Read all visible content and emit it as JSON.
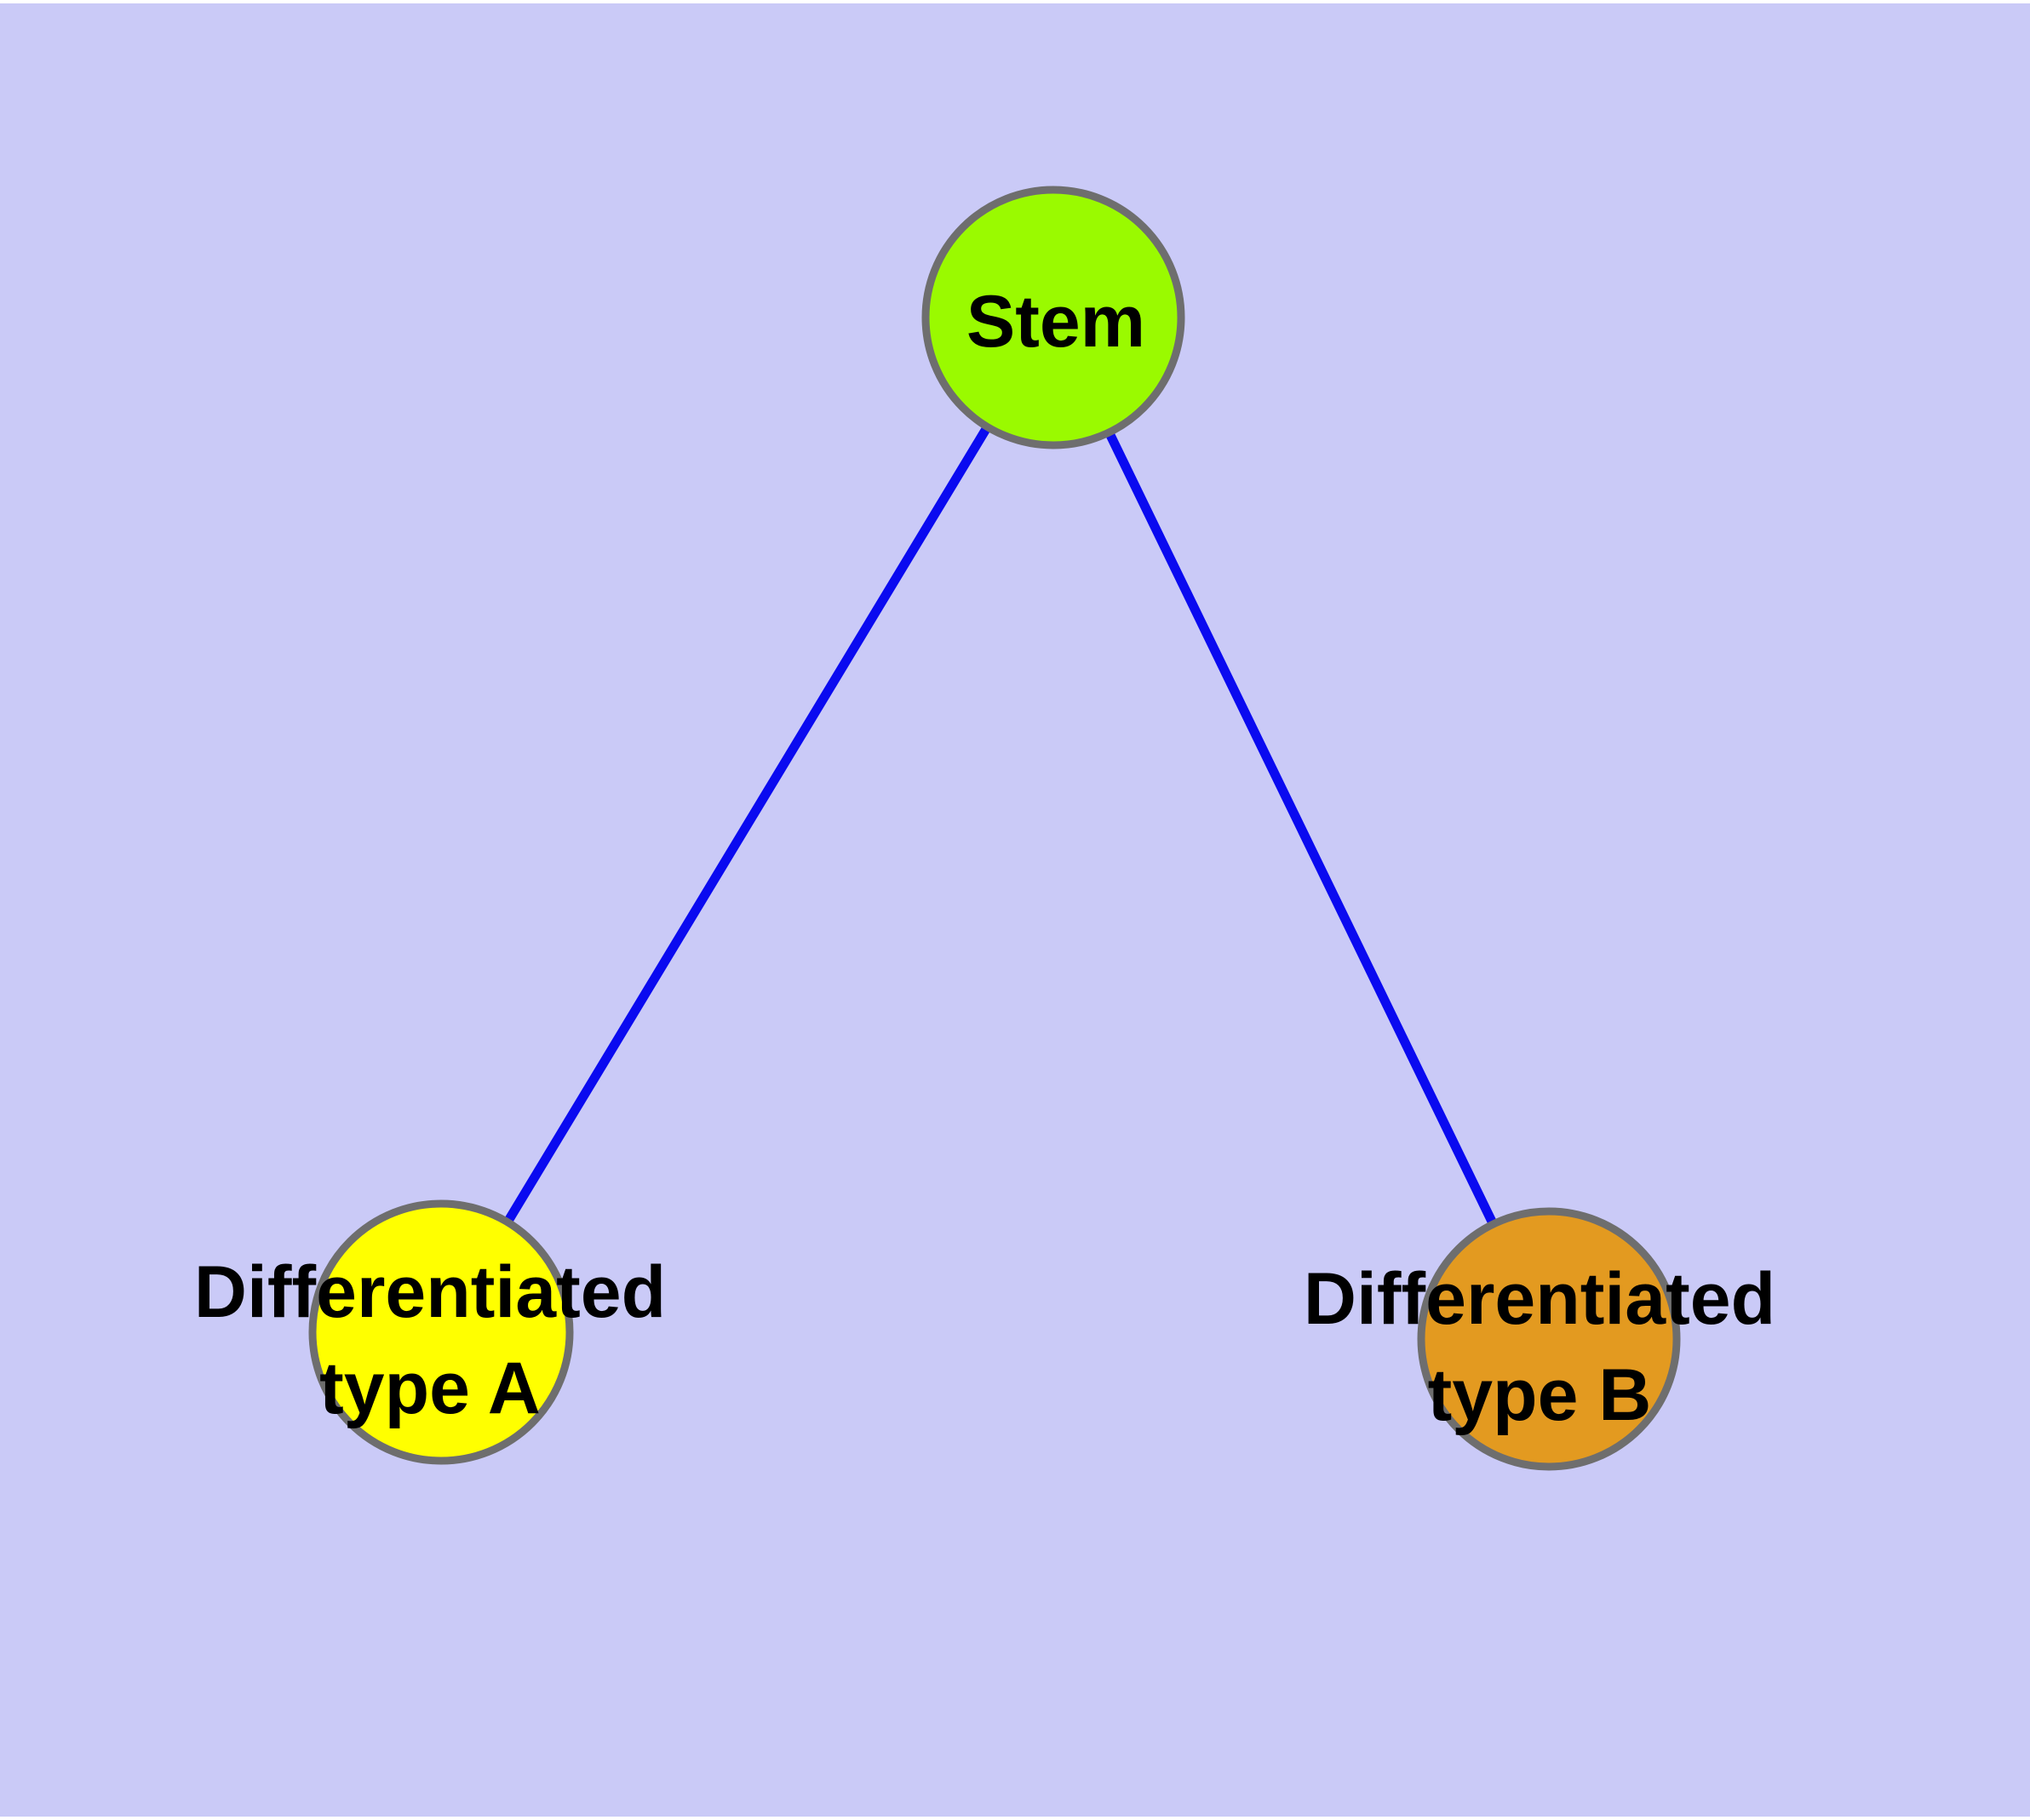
{
  "diagram": {
    "type": "graph",
    "description": "Cell differentiation tree: one stem node with two differentiated child nodes",
    "colors": {
      "page_background": "#FFFFFF",
      "canvas_background": "#CACAF7",
      "edge": "#0A0AF0",
      "node_stroke": "#6E6E6E",
      "label_text": "#000000"
    },
    "nodes": {
      "stem": {
        "label": "Stem",
        "fill": "#9AFA00"
      },
      "type_a": {
        "label_line1": "Differentiated",
        "label_line2": "type A",
        "label_full": "Differentiated type A",
        "fill": "#FFFF00"
      },
      "type_b": {
        "label_line1": "Differentiated",
        "label_line2": "type B",
        "label_full": "Differentiated type B",
        "fill": "#E39A20"
      }
    },
    "edges": [
      {
        "source": "Stem",
        "target": "Differentiated type A"
      },
      {
        "source": "Stem",
        "target": "Differentiated type B"
      }
    ]
  }
}
